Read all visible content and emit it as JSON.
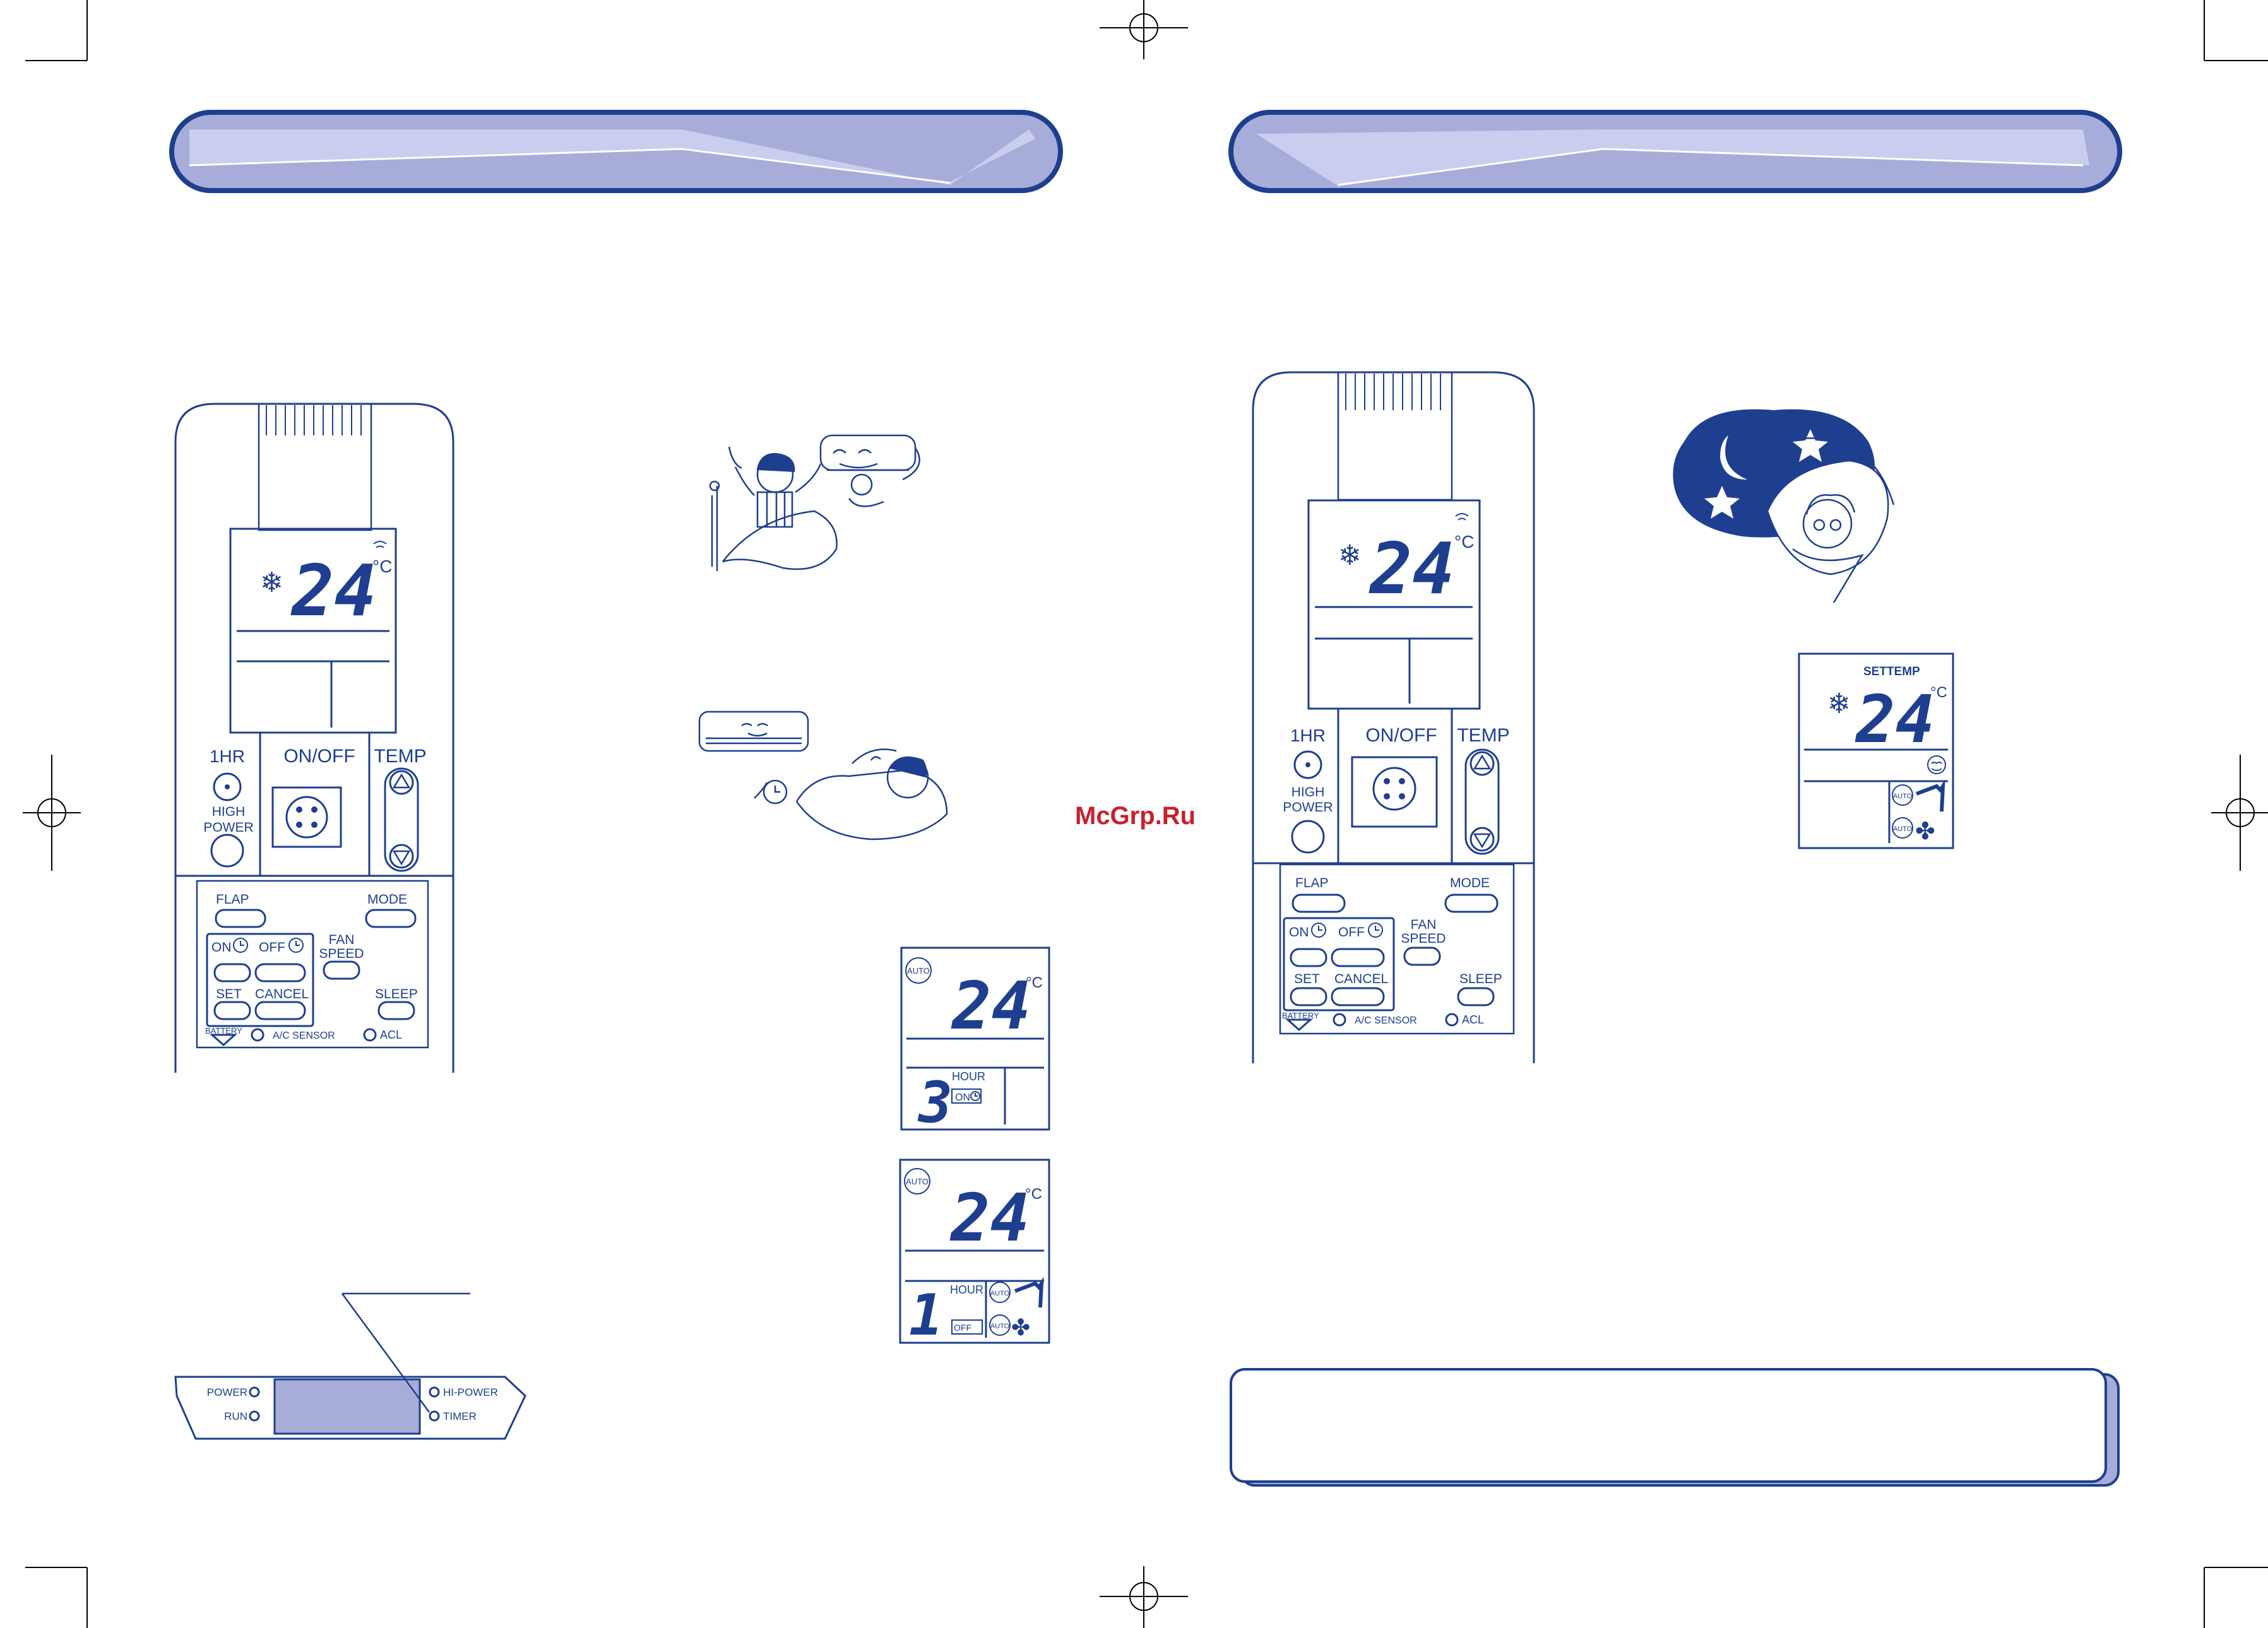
{
  "colors": {
    "accent": "#1e3f8f",
    "banner_fill": "#a7acd9",
    "banner_light": "#c9cdee",
    "watermark": "#c9202b"
  },
  "watermark": "McGrp.Ru",
  "remote": {
    "temp_display": "24",
    "unit": "°C",
    "btn_1hr": "1HR",
    "btn_onoff": "ON/OFF",
    "btn_temp": "TEMP",
    "btn_high": "HIGH",
    "btn_power": "POWER",
    "btn_flap": "FLAP",
    "btn_mode": "MODE",
    "btn_on": "ON",
    "btn_off": "OFF",
    "btn_fan": "FAN",
    "btn_speed": "SPEED",
    "btn_set": "SET",
    "btn_cancel": "CANCEL",
    "btn_sleep": "SLEEP",
    "battery": "BATTERY",
    "ac_sensor": "A/C SENSOR",
    "acl": "ACL"
  },
  "lcd_panels": {
    "auto": "AUTO",
    "temp": "24",
    "unit": "°C",
    "on_timer_value": "3",
    "off_timer_value": "1",
    "hour": "HOUR",
    "on": "ON",
    "off": "OFF",
    "set_temp": "SETTEMP"
  },
  "indoor_unit": {
    "power": "POWER",
    "run": "RUN",
    "hi_power": "HI-POWER",
    "timer": "TIMER"
  }
}
